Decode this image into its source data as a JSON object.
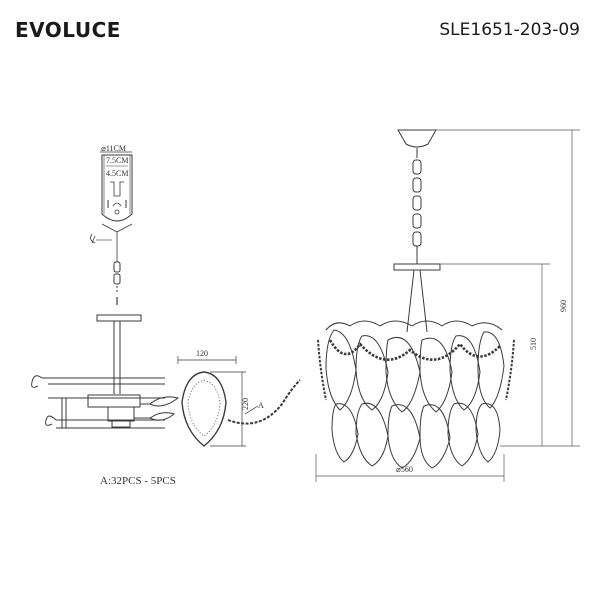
{
  "header": {
    "brand": "EVOLUCE",
    "model": "SLE1651-203-09"
  },
  "canopy": {
    "diameter": "⌀11CM",
    "height_outer": "7.5CM",
    "height_inner": "4.5CM"
  },
  "dimensions": {
    "total_height": "960",
    "body_height": "510",
    "diameter": "⌀560",
    "crystal_width": "120",
    "crystal_height": "220"
  },
  "parts": {
    "crystal_label": "A",
    "crystal_count": "A:32PCS - 5PCS"
  },
  "colors": {
    "line": "#3a3a3a",
    "dim": "#555555"
  }
}
